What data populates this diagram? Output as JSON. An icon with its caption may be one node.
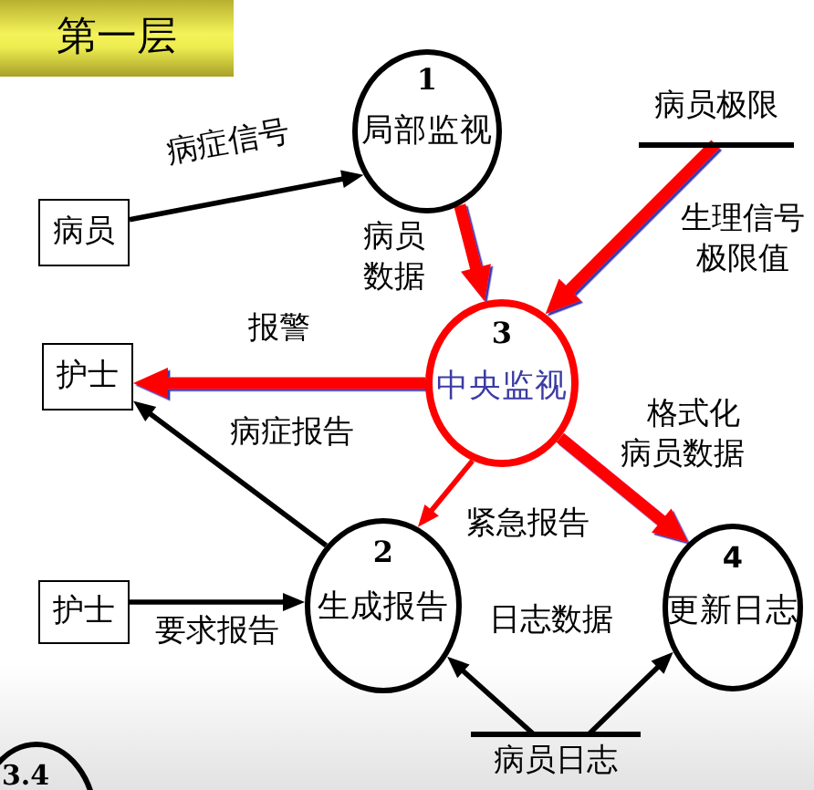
{
  "diagram": {
    "title": "第一层",
    "nodes": [
      {
        "text": [
          "1",
          "局部监视"
        ]
      },
      {
        "text": [
          "病员极限"
        ]
      },
      {
        "text": [
          "病员"
        ]
      },
      {
        "text": [
          "3",
          "中央监视"
        ]
      },
      {
        "text": [
          "护士"
        ]
      },
      {
        "text": [
          "2",
          "生成报告"
        ]
      },
      {
        "text": [
          "4",
          "更新日志"
        ]
      },
      {
        "text": [
          "护士"
        ]
      },
      {
        "text": [
          "病员日志"
        ]
      },
      {
        "text": [
          "3.4"
        ]
      }
    ],
    "edges": [
      {
        "from": 2,
        "to": 0,
        "arrow": "to",
        "label": "病症信号"
      },
      {
        "from": 0,
        "to": 3,
        "arrow": "to",
        "label": "病员数据",
        "style": "thick",
        "color": "#ff0000"
      },
      {
        "from": 1,
        "to": 3,
        "arrow": "to",
        "label": "生理信号极限值",
        "style": "thick",
        "color": "#ff0000"
      },
      {
        "from": 3,
        "to": 4,
        "arrow": "to",
        "label": "报警",
        "style": "thick",
        "color": "#ff0000"
      },
      {
        "from": 5,
        "to": 4,
        "arrow": "to",
        "label": "病症报告"
      },
      {
        "from": 3,
        "to": 5,
        "arrow": "to",
        "label": "紧急报告",
        "color": "#ff0000"
      },
      {
        "from": 3,
        "to": 6,
        "arrow": "to",
        "label": "格式化病员数据",
        "style": "thick",
        "color": "#ff0000"
      },
      {
        "from": 7,
        "to": 5,
        "arrow": "to",
        "label": "要求报告"
      },
      {
        "from": 8,
        "to": 5,
        "arrow": "to"
      },
      {
        "from": 8,
        "to": 6,
        "arrow": "to"
      }
    ],
    "labels": [
      "日志数据"
    ]
  }
}
